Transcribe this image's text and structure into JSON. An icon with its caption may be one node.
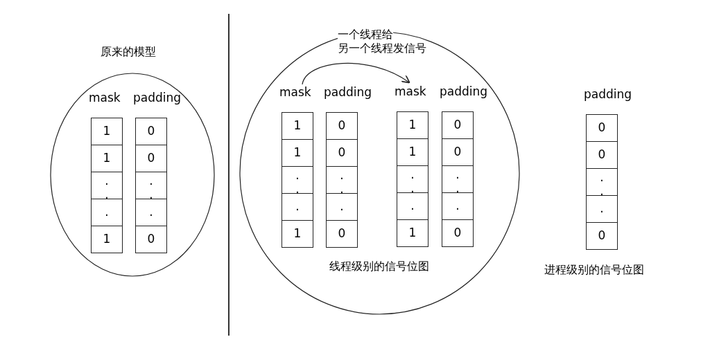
{
  "diagram": {
    "nodes": [
      {
        "text": [
          "原来的模型"
        ]
      },
      {
        "text": [
          "mask"
        ],
        "in": 0
      },
      {
        "text": [
          "1"
        ],
        "in": 1
      },
      {
        "text": [
          "1"
        ],
        "in": 1
      },
      {
        "text": [
          ".",
          "."
        ],
        "in": 1
      },
      {
        "text": [
          "."
        ],
        "in": 1
      },
      {
        "text": [
          "1"
        ],
        "in": 1
      },
      {
        "text": [
          "padding"
        ],
        "in": 0
      },
      {
        "text": [
          "0"
        ],
        "in": 7
      },
      {
        "text": [
          "0"
        ],
        "in": 7
      },
      {
        "text": [
          ".",
          "."
        ],
        "in": 7
      },
      {
        "text": [
          "."
        ],
        "in": 7
      },
      {
        "text": [
          "0"
        ],
        "in": 7
      },
      {
        "text": [
          "线程级别的信号位图"
        ]
      },
      {
        "text": [
          "mask"
        ],
        "in": 13
      },
      {
        "text": [
          "1"
        ],
        "in": 14
      },
      {
        "text": [
          "1"
        ],
        "in": 14
      },
      {
        "text": [
          ".",
          "."
        ],
        "in": 14
      },
      {
        "text": [
          "."
        ],
        "in": 14
      },
      {
        "text": [
          "1"
        ],
        "in": 14
      },
      {
        "text": [
          "padding"
        ],
        "in": 13
      },
      {
        "text": [
          "0"
        ],
        "in": 20
      },
      {
        "text": [
          "0"
        ],
        "in": 20
      },
      {
        "text": [
          ".",
          "."
        ],
        "in": 20
      },
      {
        "text": [
          "."
        ],
        "in": 20
      },
      {
        "text": [
          "0"
        ],
        "in": 20
      },
      {
        "text": [
          "mask"
        ],
        "in": 13
      },
      {
        "text": [
          "1"
        ],
        "in": 26
      },
      {
        "text": [
          "1"
        ],
        "in": 26
      },
      {
        "text": [
          ".",
          "."
        ],
        "in": 26
      },
      {
        "text": [
          "."
        ],
        "in": 26
      },
      {
        "text": [
          "1"
        ],
        "in": 26
      },
      {
        "text": [
          "padding"
        ],
        "in": 13
      },
      {
        "text": [
          "0"
        ],
        "in": 32
      },
      {
        "text": [
          "0"
        ],
        "in": 32
      },
      {
        "text": [
          ".",
          "."
        ],
        "in": 32
      },
      {
        "text": [
          "."
        ],
        "in": 32
      },
      {
        "text": [
          "0"
        ],
        "in": 32
      },
      {
        "text": [
          "padding"
        ],
        "beside": [
          "进程级别的信号位图"
        ]
      },
      {
        "text": [
          "0"
        ],
        "in": 38
      },
      {
        "text": [
          "0"
        ],
        "in": 38
      },
      {
        "text": [
          ".",
          "."
        ],
        "in": 38
      },
      {
        "text": [
          "."
        ],
        "in": 38
      },
      {
        "text": [
          "0"
        ],
        "in": 38
      }
    ],
    "edges": [
      {
        "from": 14,
        "to": 26,
        "arrow": "to",
        "label": "一个线程给另一个线程发信号"
      }
    ]
  }
}
